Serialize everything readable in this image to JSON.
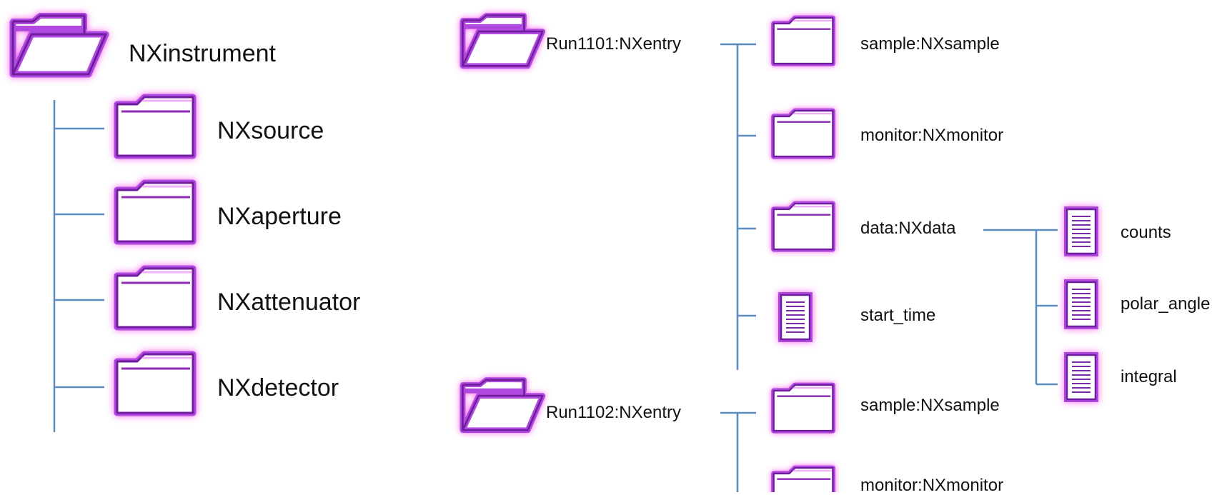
{
  "left_tree": {
    "root": "NXinstrument",
    "children": [
      "NXsource",
      "NXaperture",
      "NXattenuator",
      "NXdetector"
    ]
  },
  "right_tree": {
    "entries": [
      {
        "label": "Run1101:NXentry",
        "children": [
          "sample:NXsample",
          "monitor:NXmonitor",
          "data:NXdata",
          "start_time"
        ],
        "data_children": [
          "counts",
          "polar_angle",
          "integral"
        ]
      },
      {
        "label": "Run1102:NXentry",
        "children": [
          "sample:NXsample",
          "monitor:NXmonitor"
        ]
      }
    ]
  },
  "colors": {
    "connector": "#5b8cc0",
    "icon_stroke": "#8a2ab5",
    "icon_glow": "#ff5cf0",
    "icon_fill": "#ffffff"
  },
  "icons": {
    "open_folder": "open-folder-icon",
    "closed_folder": "folder-icon",
    "file": "file-icon"
  }
}
